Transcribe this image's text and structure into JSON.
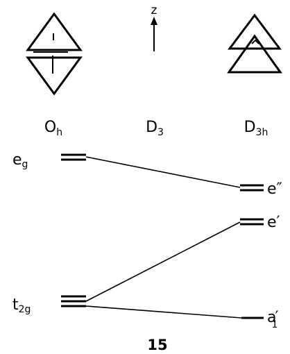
{
  "axis": {
    "label": "z"
  },
  "symmetries": [
    {
      "id": "oh",
      "main": "O",
      "sub": "h"
    },
    {
      "id": "d3",
      "main": "D",
      "sub": "3"
    },
    {
      "id": "d3h",
      "main": "D",
      "sub": "3h"
    }
  ],
  "levels": {
    "eg": {
      "main": "e",
      "sub": "g"
    },
    "t2g": {
      "main": "t",
      "sub": "2g"
    },
    "e_double_prime": {
      "main": "e",
      "sup": "″"
    },
    "e_prime": {
      "main": "e",
      "sup": "′"
    },
    "a1_prime": {
      "main": "a",
      "sub": "1",
      "sup": "′"
    }
  },
  "figure_number": "15",
  "colors": {
    "ink": "#000000",
    "background": "#ffffff"
  }
}
